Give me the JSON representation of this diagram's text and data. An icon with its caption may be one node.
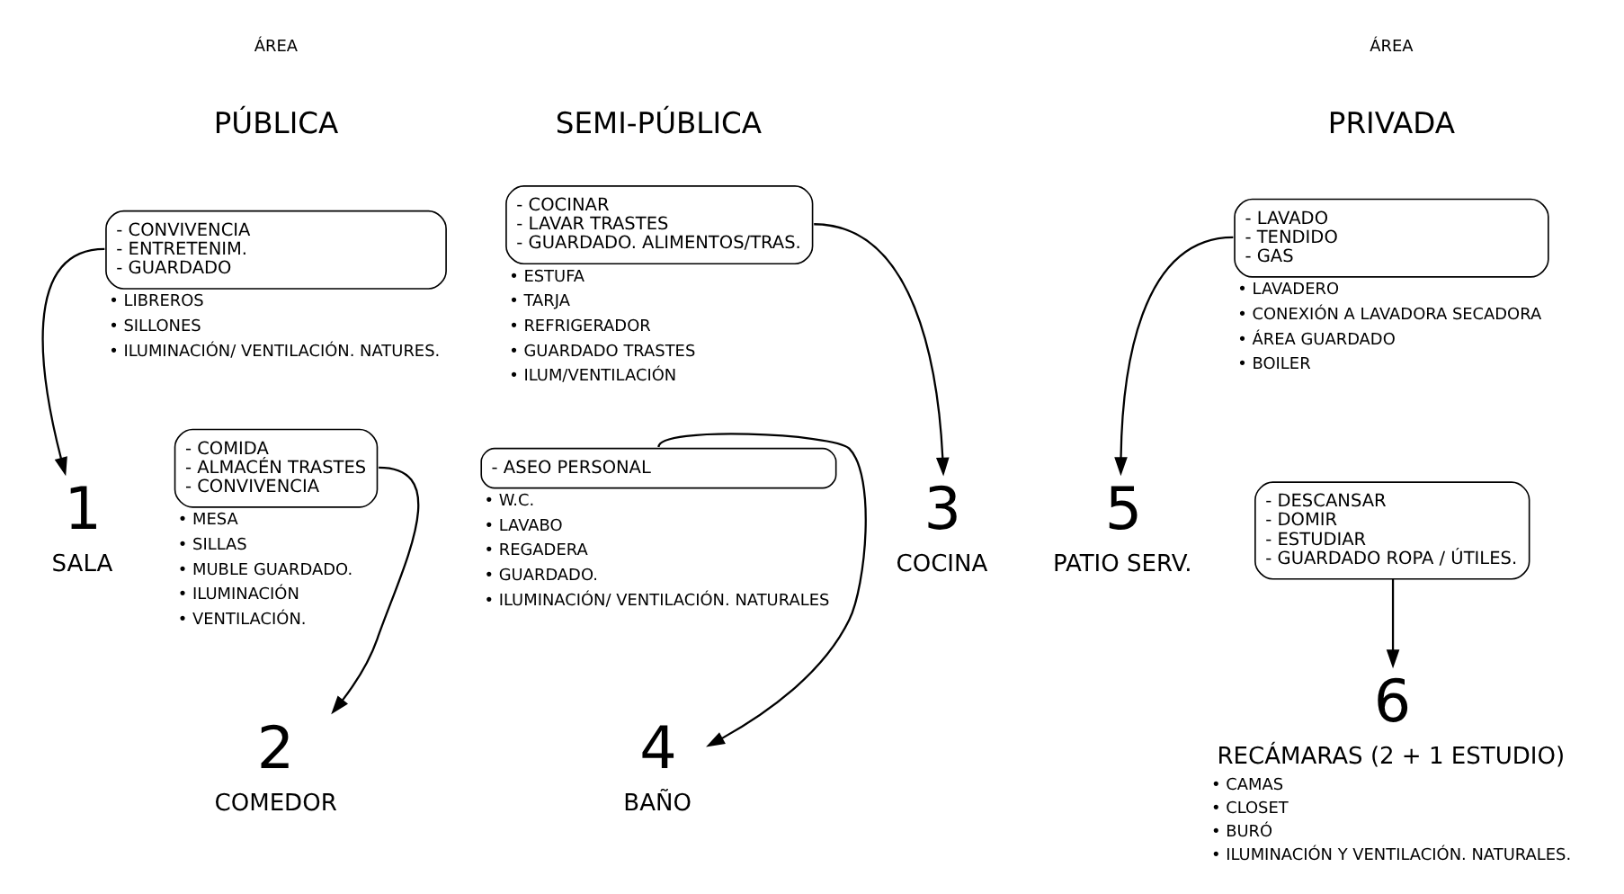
{
  "diagram": {
    "nodes": [
      {
        "text": [
          "- CONVIVENCIA",
          "- ENTRETENIM.",
          "- GUARDADO"
        ],
        "beside": [
          "• LIBREROS",
          "• SILLONES",
          "• ILUMINACIÓN/ VENTILACIÓN. NATURES."
        ]
      },
      {
        "text": [
          "1",
          "SALA"
        ]
      },
      {
        "text": [
          "- COMIDA",
          "- ALMACÉN TRASTES",
          "- CONVIVENCIA"
        ],
        "beside": [
          "• MESA",
          "• SILLAS",
          "• MUBLE GUARDADO.",
          "• ILUMINACIÓN",
          "• VENTILACIÓN."
        ]
      },
      {
        "text": [
          "2",
          "COMEDOR"
        ]
      },
      {
        "text": [
          "- COCINAR",
          "- LAVAR TRASTES",
          "- GUARDADO. ALIMENTOS/TRAS."
        ],
        "beside": [
          "• ESTUFA",
          "• TARJA",
          "• REFRIGERADOR",
          "• GUARDADO TRASTES",
          "• ILUM/VENTILACIÓN"
        ]
      },
      {
        "text": [
          "3",
          "COCINA"
        ]
      },
      {
        "text": [
          "- ASEO PERSONAL"
        ],
        "beside": [
          "• W.C.",
          "• LAVABO",
          "• REGADERA",
          "• GUARDADO.",
          "• ILUMINACIÓN/ VENTILACIÓN. NATURALES"
        ]
      },
      {
        "text": [
          "4",
          "BAÑO"
        ]
      },
      {
        "text": [
          "- LAVADO",
          "- TENDIDO",
          "- GAS"
        ],
        "beside": [
          "• LAVADERO",
          "• CONEXIÓN A LAVADORA SECADORA",
          "• ÁREA GUARDADO",
          "• BOILER"
        ]
      },
      {
        "text": [
          "5",
          "PATIO SERV."
        ]
      },
      {
        "text": [
          "- DESCANSAR",
          "- DOMIR",
          "- ESTUDIAR",
          "- GUARDADO ROPA / ÚTILES."
        ]
      },
      {
        "text": [
          "6",
          "RECÁMARAS (2 + 1 ESTUDIO)"
        ],
        "beside": [
          "• CAMAS",
          "• CLOSET",
          "• BURÓ",
          "• ILUMINACIÓN Y VENTILACIÓN. NATURALES."
        ]
      }
    ],
    "edges": [
      {
        "from": 0,
        "to": 1,
        "arrow": "to"
      },
      {
        "from": 2,
        "to": 3,
        "arrow": "to"
      },
      {
        "from": 4,
        "to": 5,
        "arrow": "to"
      },
      {
        "from": 6,
        "to": 7,
        "arrow": "to"
      },
      {
        "from": 8,
        "to": 9,
        "arrow": "to"
      },
      {
        "from": 10,
        "to": 11,
        "arrow": "to"
      }
    ],
    "labels": [
      "ÁREA",
      "ÁREA",
      "PÚBLICA",
      "SEMI-PÚBLICA",
      "PRIVADA"
    ]
  }
}
